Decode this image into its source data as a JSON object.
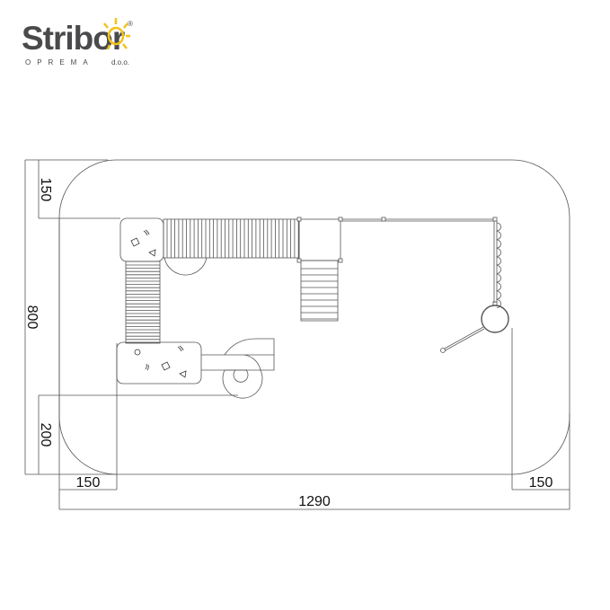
{
  "logo": {
    "brand": "Stribor",
    "subtitle": "OPREMA",
    "suffix": "d.o.o.",
    "registered": "®",
    "sun_color": "#f2c21a"
  },
  "dimensions": {
    "top_margin": "150",
    "total_depth": "800",
    "bottom_margin": "200",
    "left_margin": "150",
    "right_margin": "150",
    "total_width": "1290"
  }
}
